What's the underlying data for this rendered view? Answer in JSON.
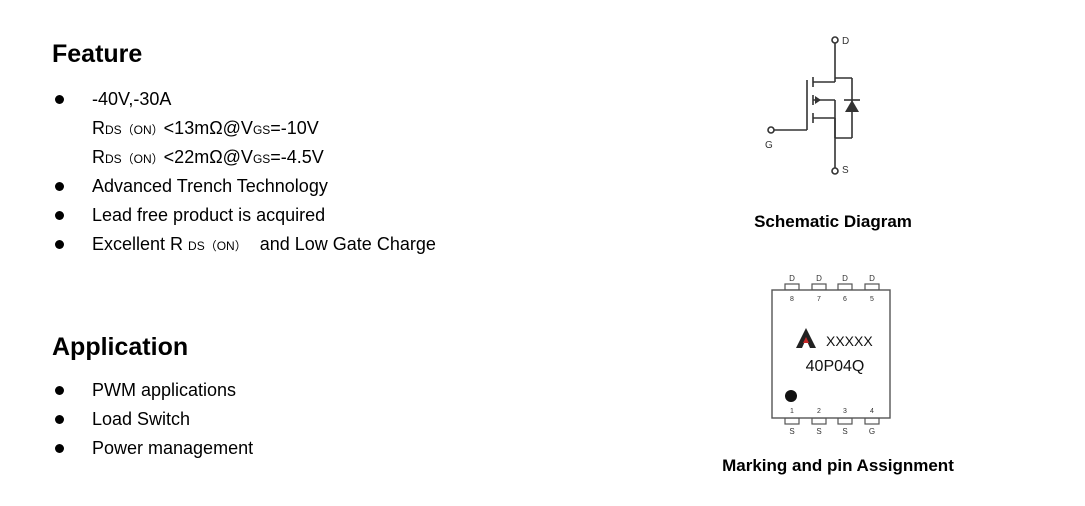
{
  "feature": {
    "title": "Feature",
    "rating": "-40V,-30A",
    "rds1": {
      "r": "R",
      "sub": "DS（ON）",
      "mid": "<13mΩ@V",
      "sub2": "GS",
      "end": "=-10V"
    },
    "rds2": {
      "r": "R",
      "sub": "DS（ON）",
      "mid": "<22mΩ@V",
      "sub2": "GS",
      "end": "=-4.5V"
    },
    "items": [
      "Advanced Trench Technology",
      "Lead free product is acquired"
    ],
    "last": {
      "pre": "Excellent R ",
      "sub": "DS（ON）",
      "post": "and Low Gate Charge"
    }
  },
  "application": {
    "title": "Application",
    "items": [
      "PWM applications",
      "Load Switch",
      "Power management"
    ]
  },
  "schematic": {
    "caption": "Schematic Diagram",
    "d": "D",
    "g": "G",
    "s": "S"
  },
  "package": {
    "caption": "Marking and pin Assignment",
    "mark_line1": "XXXXX",
    "mark_line2": "40P04Q",
    "top_pins": [
      {
        "num": "8",
        "name": "D"
      },
      {
        "num": "7",
        "name": "D"
      },
      {
        "num": "6",
        "name": "D"
      },
      {
        "num": "5",
        "name": "D"
      }
    ],
    "bottom_pins": [
      {
        "num": "1",
        "name": "S"
      },
      {
        "num": "2",
        "name": "S"
      },
      {
        "num": "3",
        "name": "S"
      },
      {
        "num": "4",
        "name": "G"
      }
    ]
  }
}
